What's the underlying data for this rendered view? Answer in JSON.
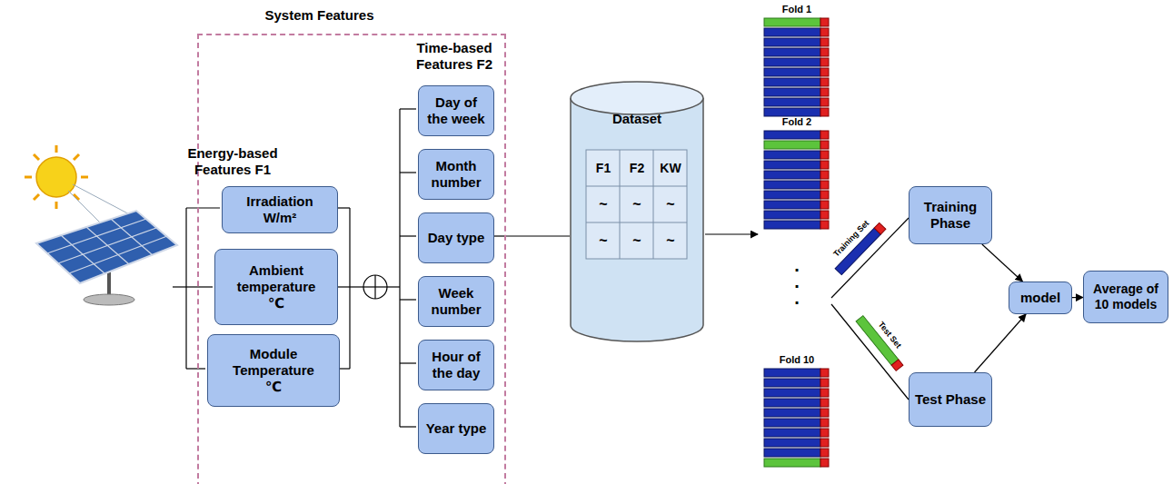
{
  "diagram": {
    "nodes": [
      {
        "text": [
          "System Features"
        ]
      },
      {
        "text": [
          "Irradiation W/m²"
        ],
        "in": 0
      },
      {
        "text": [
          "Ambient temperature ℃"
        ],
        "in": 0
      },
      {
        "text": [
          "Module Temperature ℃"
        ],
        "in": 0
      },
      {
        "text": [
          "Day of the week"
        ],
        "in": 0
      },
      {
        "text": [
          "Month number"
        ],
        "in": 0
      },
      {
        "text": [
          "Day type"
        ],
        "in": 0
      },
      {
        "text": [
          "Week number"
        ],
        "in": 0
      },
      {
        "text": [
          "Hour of the day"
        ],
        "in": 0
      },
      {
        "text": [
          "Year type"
        ],
        "in": 0
      },
      {
        "text": [
          "Dataset"
        ]
      },
      {
        "text": [
          "Fold 1"
        ]
      },
      {
        "text": [
          "Fold 2"
        ]
      },
      {
        "text": [
          "Fold 10"
        ]
      },
      {
        "text": [
          "Training Phase"
        ]
      },
      {
        "text": [
          "Test Phase"
        ]
      },
      {
        "text": [
          "model"
        ]
      },
      {
        "text": [
          "Average of 10 models"
        ]
      }
    ],
    "edges": [
      {
        "from": 0,
        "to": 10,
        "arrow": "none"
      },
      {
        "from": 14,
        "to": 16,
        "arrow": "to"
      },
      {
        "from": 15,
        "to": 16,
        "arrow": "to"
      },
      {
        "from": 16,
        "to": 17,
        "arrow": "to"
      }
    ],
    "labels": [
      "Energy-based Features F1",
      "Time-based Features F2",
      "F1",
      "F2",
      "KW",
      "~",
      "~",
      "~",
      "~",
      "~",
      "~",
      ".",
      ".",
      ".",
      "Training Set",
      "Test Set"
    ]
  }
}
